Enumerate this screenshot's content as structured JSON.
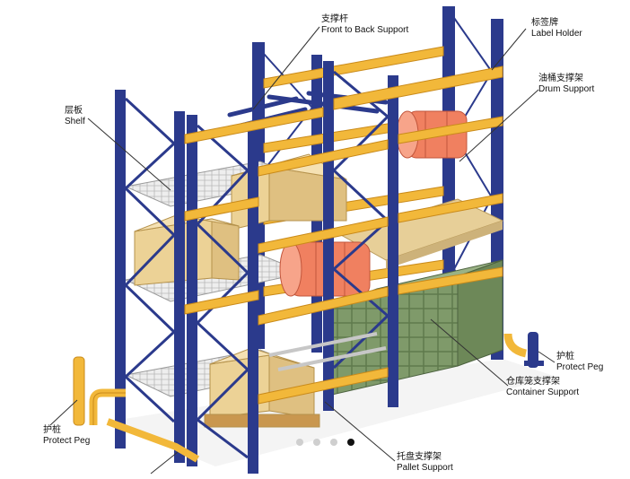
{
  "colors": {
    "upright": "#2b3a8c",
    "beam": "#f2b83a",
    "beam_edge": "#c98a1a",
    "box": "#ecd296",
    "drum": "#f08060",
    "container": "#7f9a6a",
    "pallet_deck": "#e7cf98",
    "wire_shelf": "#d8d8d8"
  },
  "callouts": {
    "front_to_back_support": {
      "zh": "支撑杆",
      "en": "Front to Back Support"
    },
    "label_holder": {
      "zh": "标签牌",
      "en": "Label Holder"
    },
    "drum_support": {
      "zh": "油桶支撑架",
      "en": "Drum Support"
    },
    "shelf": {
      "zh": "层板",
      "en": "Shelf"
    },
    "protect_peg_right": {
      "zh": "护桩",
      "en": "Protect Peg"
    },
    "container_support": {
      "zh": "仓库笼支撑架",
      "en": "Container Support"
    },
    "protect_peg_left": {
      "zh": "护桩",
      "en": "Protect Peg"
    },
    "pallet_support": {
      "zh": "托盘支撑架",
      "en": "Pallet Support"
    }
  },
  "carousel": {
    "slides": 4,
    "active_index": 3
  }
}
